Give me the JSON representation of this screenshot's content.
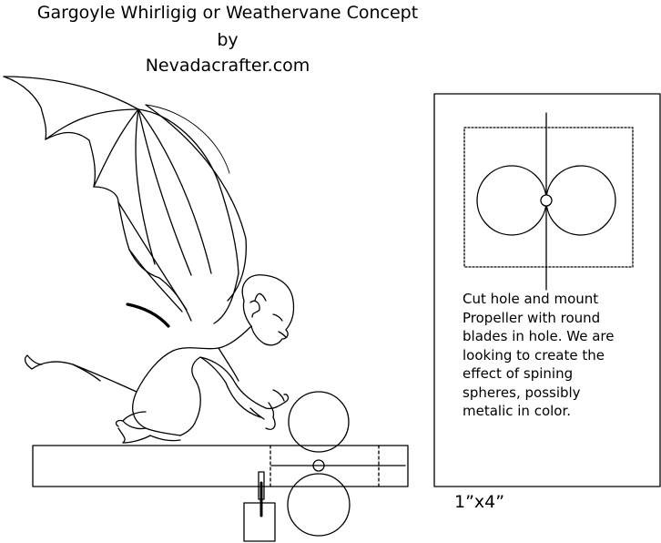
{
  "header": {
    "title_line1": "Gargoyle Whirligig or Weathervane Concept",
    "title_line2": "by",
    "title_line3": "Nevadacrafter.com"
  },
  "detail_view": {
    "note_lines": [
      "Cut hole and mount",
      "Propeller with round",
      "blades in hole. We are",
      "looking to create the",
      "effect of spining",
      "spheres, possibly",
      "metalic in color."
    ]
  },
  "dimension_label": "1”x4”",
  "colors": {
    "ink": "#000000",
    "paper": "#ffffff"
  }
}
